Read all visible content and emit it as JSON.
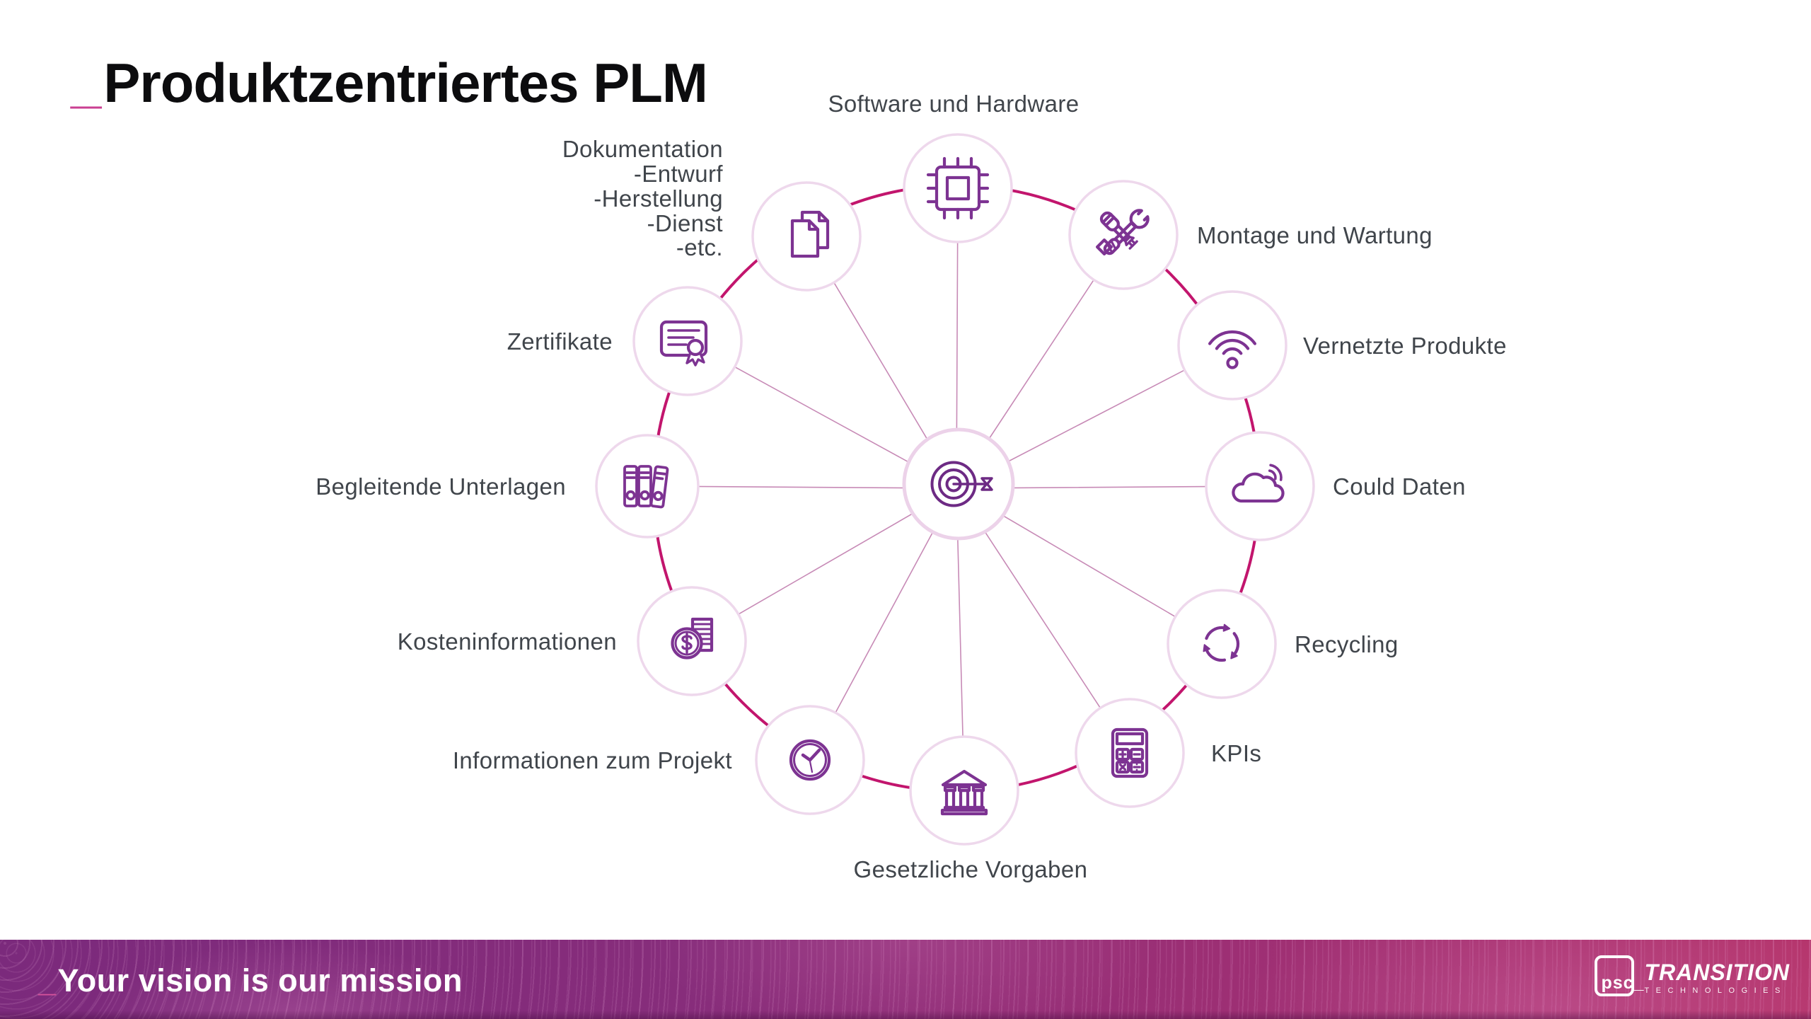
{
  "slide": {
    "title": {
      "prefix": "_",
      "text": "Produktzentriertes PLM"
    },
    "colors": {
      "ring_magenta": "#c2156d",
      "icon_purple": "#7d3392",
      "node_border_pink": "#eed8ec",
      "label_gray": "#40454b",
      "title_accent": "#ca3f92",
      "footer_gradient_left": "#7b2a7c",
      "footer_gradient_right": "#b5356c"
    },
    "diagram": {
      "center_icon": "target-icon",
      "nodes": [
        {
          "label": "Software und Hardware",
          "icon": "chip-icon"
        },
        {
          "label": "Montage und Wartung",
          "icon": "tools-icon"
        },
        {
          "label": "Vernetzte Produkte",
          "icon": "wifi-icon"
        },
        {
          "label": "Could Daten",
          "icon": "cloud-icon"
        },
        {
          "label": "Recycling",
          "icon": "recycle-icon"
        },
        {
          "label": "KPIs",
          "icon": "calculator-icon"
        },
        {
          "label": "Gesetzliche Vorgaben",
          "icon": "bank-icon"
        },
        {
          "label": "Informationen zum Projekt",
          "icon": "clock-icon"
        },
        {
          "label": "Kosteninformationen",
          "icon": "coins-icon"
        },
        {
          "label": "Begleitende Unterlagen",
          "icon": "binders-icon"
        },
        {
          "label": "Zertifikate",
          "icon": "certificate-icon"
        },
        {
          "label": "Dokumentation",
          "sub_lines": [
            "-Entwurf",
            "-Herstellung",
            "-Dienst",
            "-etc."
          ],
          "icon": "documents-icon"
        }
      ]
    },
    "footer": {
      "tagline_prefix": "_",
      "tagline": "Your vision is our mission",
      "logo": {
        "box_text": "psc_",
        "brand": "TRANSITION",
        "sub": "TECHNOLOGIES"
      }
    }
  }
}
